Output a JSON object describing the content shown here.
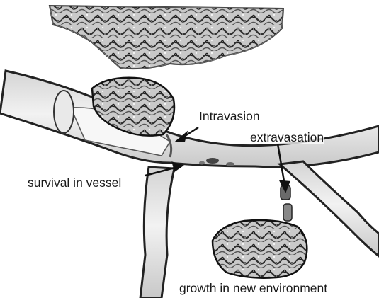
{
  "labels": {
    "intravasion": "Intravasion",
    "extravasation": "extravasation",
    "survival": "survival in vessel",
    "growth": "growth in new environment"
  },
  "colors": {
    "tissue_fill": "#bdbdbd",
    "tissue_dark": "#3a3a3a",
    "vessel_outline": "#2b2b2b",
    "vessel_fill": "#e6e6e6",
    "vessel_lumen": "#f3f3f3"
  }
}
